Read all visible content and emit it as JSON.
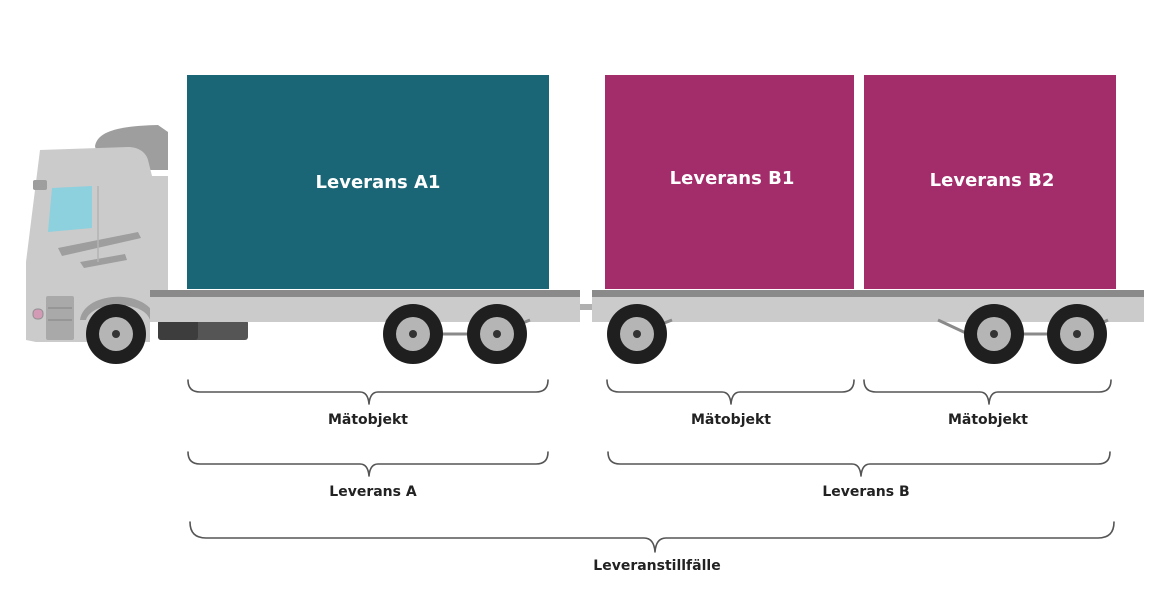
{
  "colors": {
    "cargo_a": "#1b6676",
    "cargo_b": "#a32d6b",
    "vehicle_body": "#cbcbcb",
    "vehicle_shade": "#9e9e9e",
    "deck_top": "#8a8a8a",
    "window": "#8dd0de",
    "tire": "#1f1f1f",
    "hub": "#b5b5b5",
    "brace": "#555555",
    "label_text": "#222222"
  },
  "cargo": {
    "a1": "Leverans A1",
    "b1": "Leverans B1",
    "b2": "Leverans B2"
  },
  "measure_row": {
    "a": "Mätobjekt",
    "b1": "Mätobjekt",
    "b2": "Mätobjekt"
  },
  "delivery_row": {
    "a": "Leverans A",
    "b": "Leverans B"
  },
  "occasion": "Leveranstillfälle"
}
